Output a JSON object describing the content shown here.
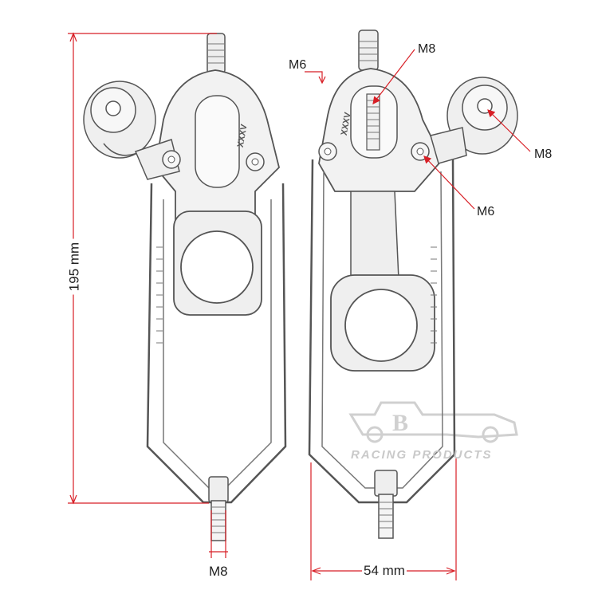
{
  "dimensions": {
    "height_label": "195 mm",
    "width_label": "54 mm",
    "bottom_bolt_label": "M8"
  },
  "callouts": {
    "m6_top": "M6",
    "m8_top": "M8",
    "m8_right": "M8",
    "m6_right": "M6"
  },
  "part_markings": {
    "left_logo": "XXXV",
    "right_logo": "XXXV"
  },
  "watermark": {
    "text": "RACING PRODUCTS"
  },
  "colors": {
    "dimension_line": "#d81f26",
    "part_outline": "#555555",
    "part_fill": "#f4f4f4",
    "watermark": "#cfcfcf"
  }
}
